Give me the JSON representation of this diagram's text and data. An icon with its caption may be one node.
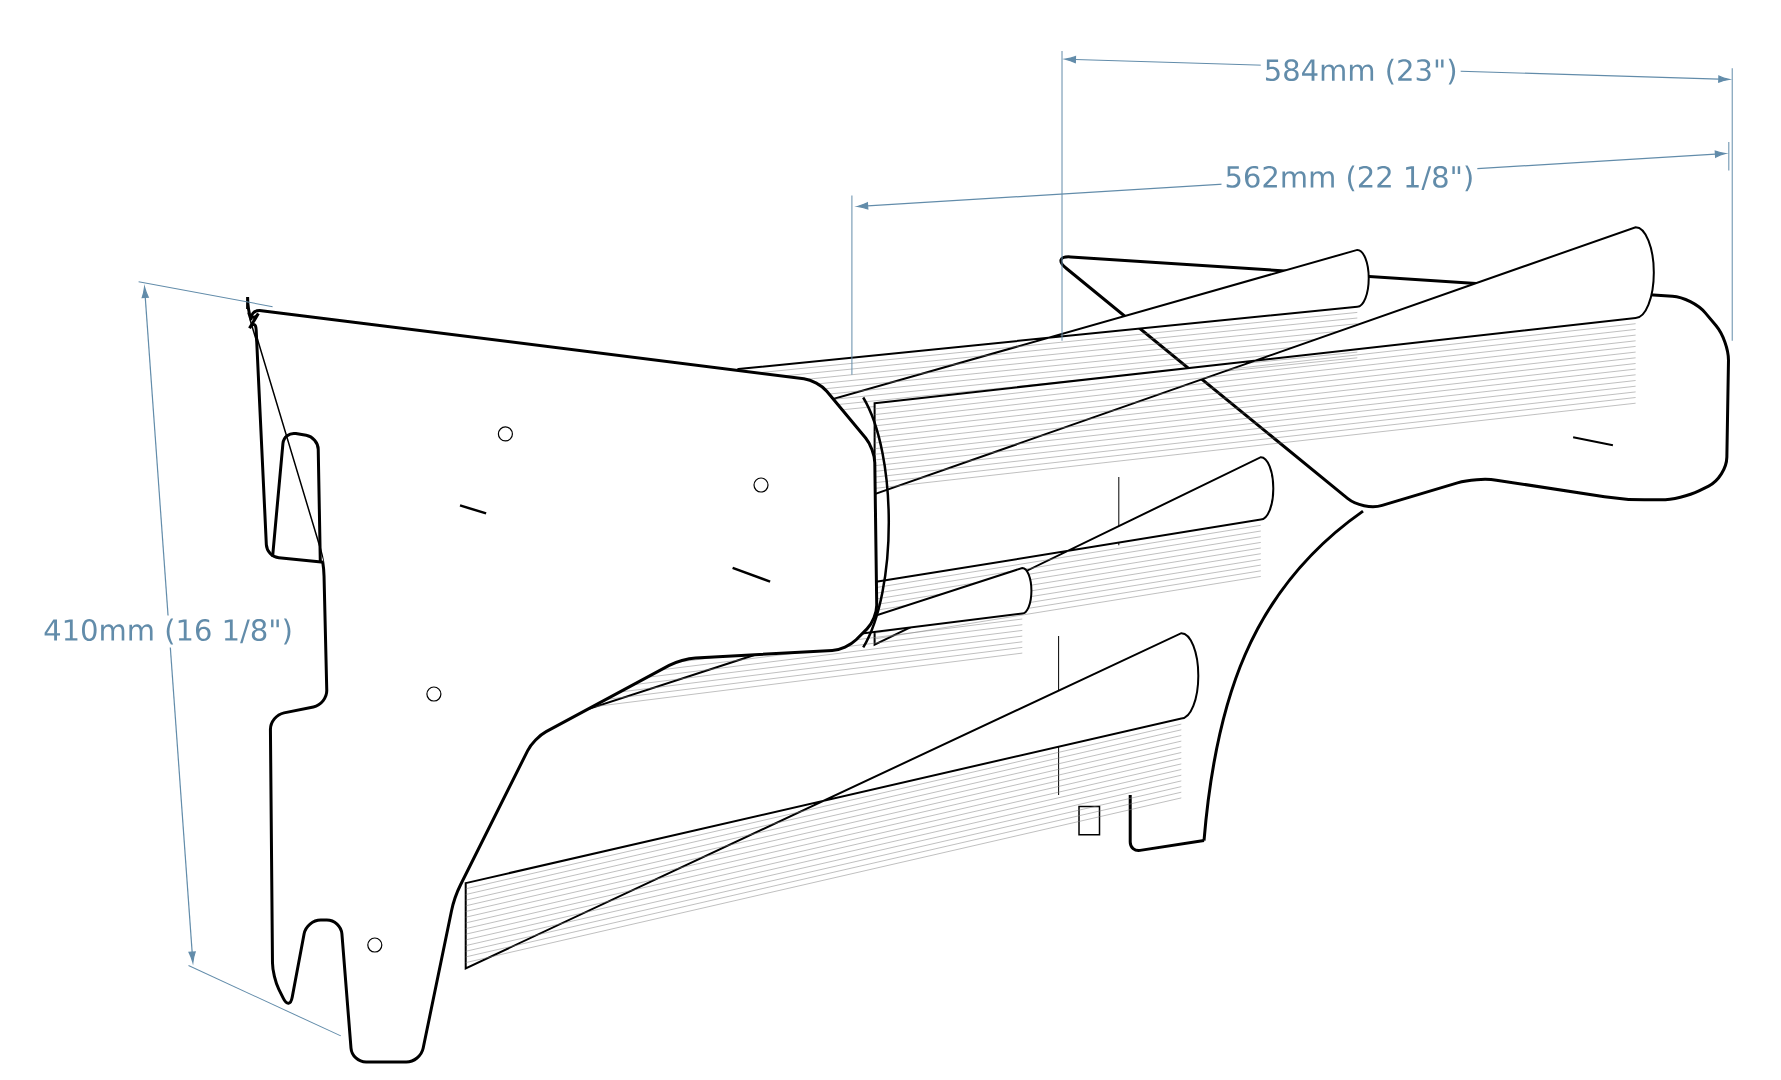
{
  "diagram": {
    "labels": [
      "584mm (23\")",
      "562mm (22 1/8\")",
      "410mm (16 1/8\")"
    ]
  }
}
